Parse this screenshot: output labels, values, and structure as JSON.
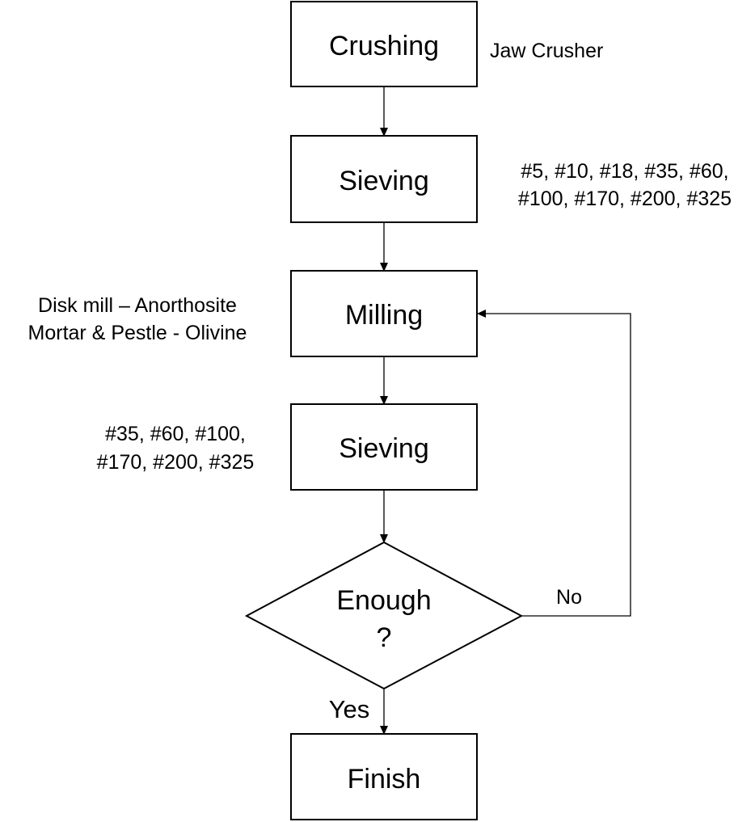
{
  "nodes": {
    "crushing": "Crushing",
    "sieving_1": "Sieving",
    "milling": "Milling",
    "sieving_2": "Sieving",
    "decision_line1": "Enough",
    "decision_line2": "?",
    "finish": "Finish"
  },
  "notes": {
    "crushing": "Jaw Crusher",
    "sieving_1_line1": "#5, #10, #18, #35, #60,",
    "sieving_1_line2": "#100, #170, #200, #325",
    "milling_line1": "Disk mill – Anorthosite",
    "milling_line2": "Mortar & Pestle - Olivine",
    "sieving_2_line1": "#35, #60, #100,",
    "sieving_2_line2": "#170, #200, #325"
  },
  "edges": {
    "no": "No",
    "yes": "Yes"
  }
}
